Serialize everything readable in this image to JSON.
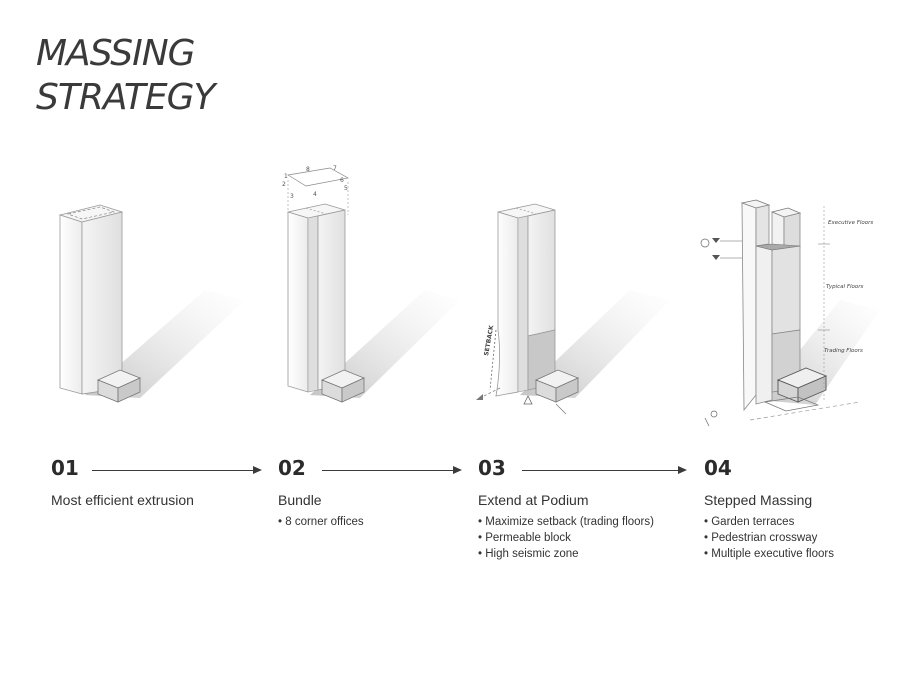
{
  "title": {
    "line1": "MASSING",
    "line2": "STRATEGY"
  },
  "steps": [
    {
      "num": "01",
      "name": "Most efficient extrusion",
      "bullets": []
    },
    {
      "num": "02",
      "name": "Bundle",
      "bullets": [
        "8 corner offices"
      ]
    },
    {
      "num": "03",
      "name": "Extend at Podium",
      "bullets": [
        "Maximize setback (trading floors)",
        "Permeable block",
        "High seismic zone"
      ]
    },
    {
      "num": "04",
      "name": "Stepped Massing",
      "bullets": [
        "Garden terraces",
        "Pedestrian crossway",
        "Multiple executive floors"
      ]
    }
  ],
  "diagram_labels": {
    "corner_numbers": [
      "1",
      "2",
      "3",
      "4",
      "5",
      "6",
      "7",
      "8"
    ],
    "setback": "SETBACK",
    "executive_floors": "Executive Floors",
    "typical_floors": "Typical Floors",
    "trading_floors": "Trading Floors"
  }
}
